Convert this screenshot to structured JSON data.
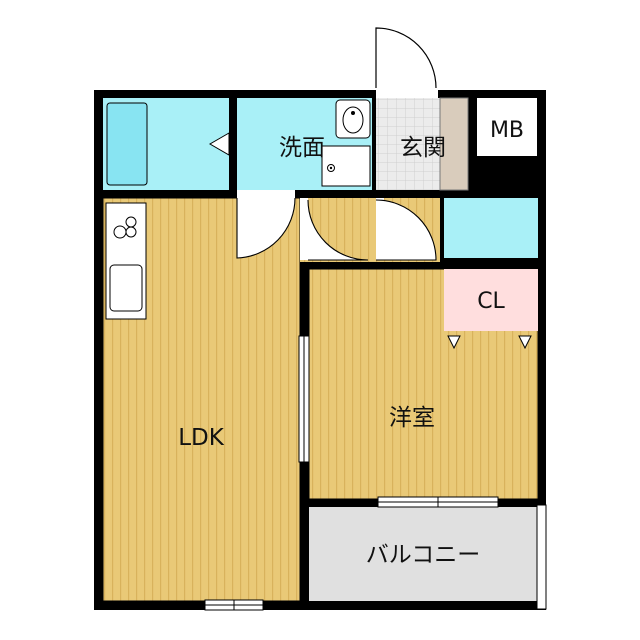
{
  "labels": {
    "washroom": "洗面",
    "entrance": "玄関",
    "meter_box": "MB",
    "ldk": "LDK",
    "western_room": "洋室",
    "closet": "CL",
    "balcony": "バルコニー"
  },
  "colors": {
    "wall": "#000000",
    "floor_wood": "#e9c977",
    "floor_wood_stripe": "#d8b25c",
    "wet_area": "#a9f0f7",
    "bathtub": "#88e4f2",
    "closet": "#ffdede",
    "balcony": "#e0e0e0",
    "entrance_tile": "#e6e6e6",
    "shoe_box": "#d9ccbc",
    "fixture_white": "#ffffff"
  }
}
